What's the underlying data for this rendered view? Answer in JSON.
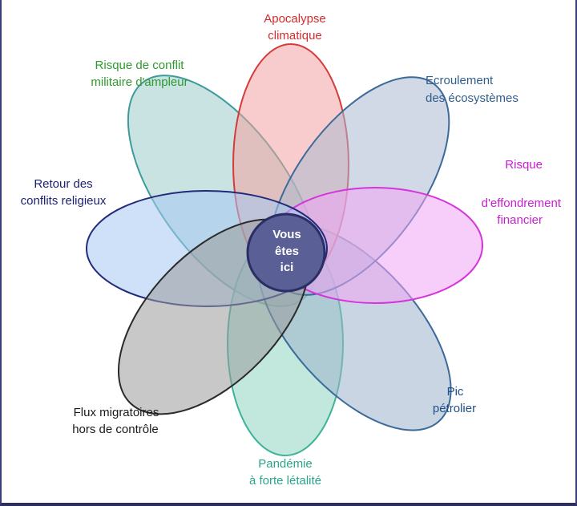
{
  "center": {
    "lines": [
      "Vous",
      "êtes",
      "ici"
    ]
  },
  "petals": [
    {
      "id": "apocalypse",
      "lines": [
        "Apocalypse",
        "climatique"
      ],
      "fill": "#f3a3a3",
      "stroke": "#d63a3a",
      "text_color": "#d62b2b"
    },
    {
      "id": "ecroulement",
      "lines": [
        "Ecroulement",
        "des écosystèmes"
      ],
      "fill": "#a9b9cf",
      "stroke": "#3c6a9a",
      "text_color": "#2f5f8f"
    },
    {
      "id": "financier",
      "lines": [
        "Risque",
        "d'effondrement",
        "financier"
      ],
      "fill": "#f1a6f4",
      "stroke": "#d633dc",
      "text_color": "#c81fd0"
    },
    {
      "id": "petrolier",
      "lines": [
        "Pic",
        "pétrolier"
      ],
      "fill": "#9fb3cc",
      "stroke": "#3c6a9a",
      "text_color": "#1f4f86"
    },
    {
      "id": "pandemie",
      "lines": [
        "Pandémie",
        "à forte létalité"
      ],
      "fill": "#8fd6c2",
      "stroke": "#3db39a",
      "text_color": "#2aa58a"
    },
    {
      "id": "migratoires",
      "lines": [
        "Flux migratoires",
        "hors de contrôle"
      ],
      "fill": "#9a9a9a",
      "stroke": "#2a2a2a",
      "text_color": "#1a1a1a"
    },
    {
      "id": "religieux",
      "lines": [
        "Retour des",
        "conflits religieux"
      ],
      "fill": "#a6c9f3",
      "stroke": "#232a7a",
      "text_color": "#1d2275"
    },
    {
      "id": "militaire",
      "lines": [
        "Risque de conflit",
        "militaire d'ampleur"
      ],
      "fill": "#9ccccc",
      "stroke": "#3f9a9a",
      "text_color": "#2f9a2f"
    }
  ]
}
